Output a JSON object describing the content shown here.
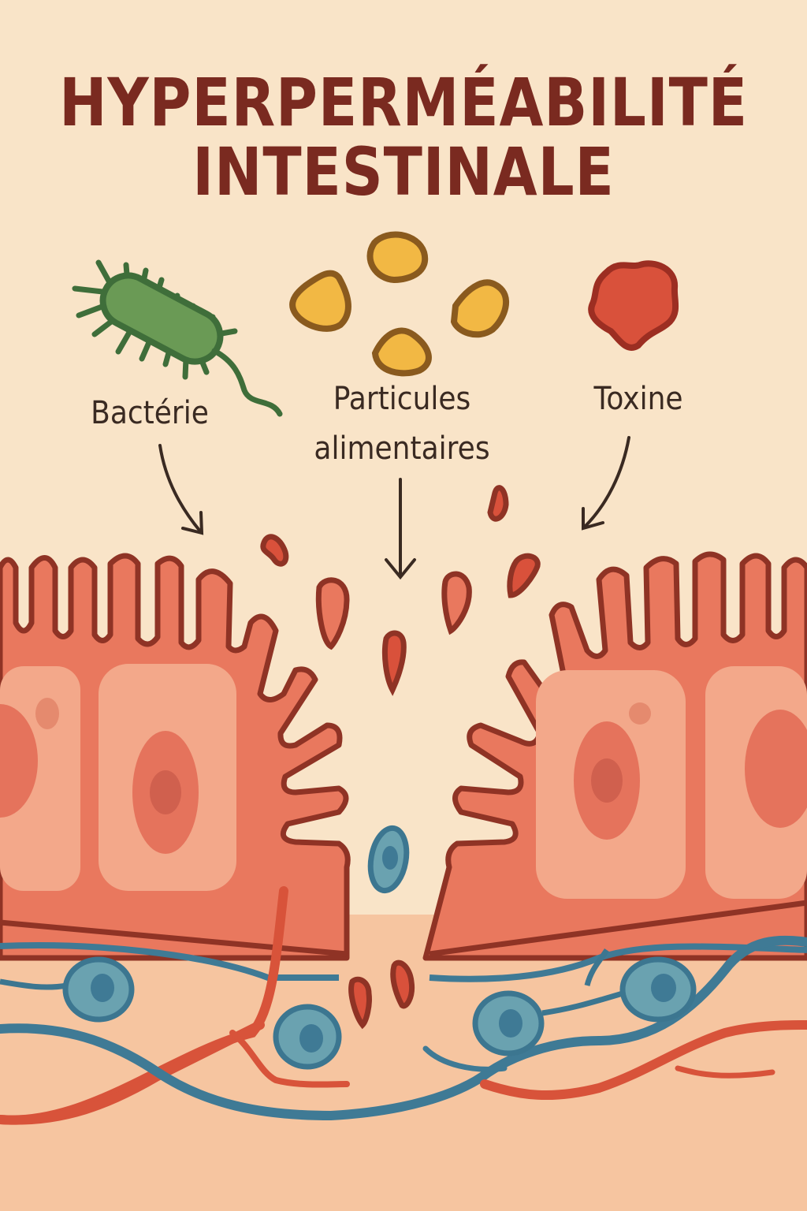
{
  "title": {
    "line1": "HYPERPERMÉABILITÉ",
    "line2": "INTESTINALE"
  },
  "labels": {
    "bacteria": "Bactérie",
    "food_particles_line1": "Particules",
    "food_particles_line2": "alimentaires",
    "toxin": "Toxine"
  },
  "colors": {
    "background": "#f9e4c8",
    "title": "#7a2a20",
    "text": "#3a2a22",
    "bacteria_fill": "#6a9a55",
    "bacteria_stroke": "#3f6e3a",
    "particle_fill": "#f2b844",
    "particle_stroke": "#8a5a1e",
    "toxin_fill": "#d9513b",
    "toxin_stroke": "#9c2e22",
    "tissue": "#e9785e",
    "cell": "#f3a88a",
    "nucleus": "#e5735c",
    "outline": "#8f3325",
    "immune_cell": "#6aa2b0",
    "immune_stroke": "#3c7690",
    "vessel_red": "#d8533a",
    "vessel_blue": "#3f7a95",
    "submucosa": "#f6c5a0"
  }
}
